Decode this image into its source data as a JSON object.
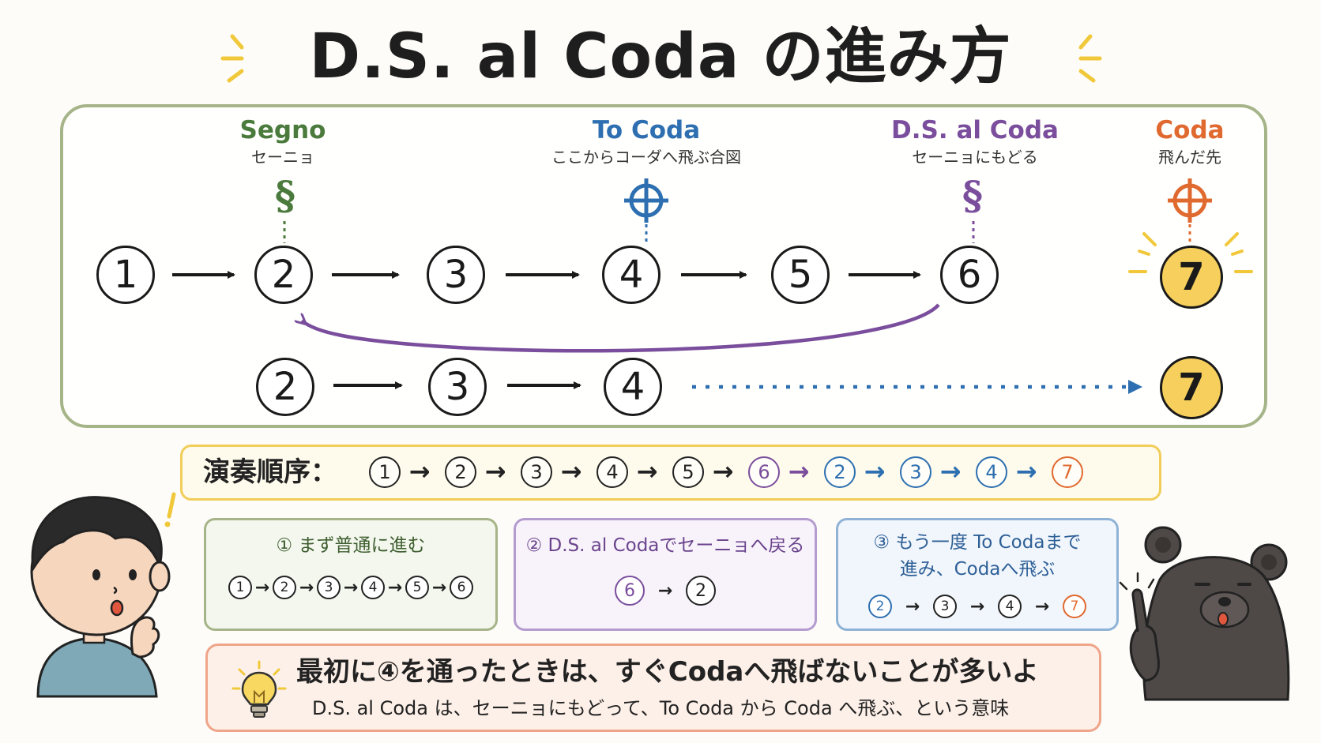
{
  "title": "D.S. al Coda の進み方",
  "colors": {
    "segno": "#4b7a3d",
    "to_coda": "#2d6fb0",
    "ds_al_coda": "#7a4e9c",
    "coda": "#e0692f",
    "gold": "#f6cf5c",
    "frame": "#a6b489"
  },
  "markers": {
    "segno": {
      "label": "Segno",
      "sub": "セーニョ",
      "symbol": "𝄋"
    },
    "to_coda": {
      "label": "To Coda",
      "sub": "ここからコーダへ飛ぶ合図",
      "symbol": "coda-symbol"
    },
    "ds_al_coda": {
      "label": "D.S. al Coda",
      "sub": "セーニョにもどる",
      "symbol": "𝄋"
    },
    "coda": {
      "label": "Coda",
      "sub": "飛んだ先",
      "symbol": "coda-symbol"
    }
  },
  "row1": [
    "1",
    "2",
    "3",
    "4",
    "5",
    "6",
    "7"
  ],
  "row2": [
    "2",
    "3",
    "4",
    "7"
  ],
  "order": {
    "label": "演奏順序：",
    "steps": [
      "1",
      "2",
      "3",
      "4",
      "5",
      "6",
      "2",
      "3",
      "4",
      "7"
    ],
    "arrow": "→"
  },
  "boxes": [
    {
      "title": "① まず普通に進む",
      "seq": [
        "1",
        "2",
        "3",
        "4",
        "5",
        "6"
      ]
    },
    {
      "title": "② D.S. al Codaでセーニョへ戻る",
      "seq": [
        "6",
        "2"
      ]
    },
    {
      "title_line1": "③ もう一度 To Codaまで",
      "title_line2": "進み、Codaへ飛ぶ",
      "seq": [
        "2",
        "3",
        "4",
        "7"
      ]
    }
  ],
  "tip": {
    "main": "最初に④を通ったときは、すぐCodaへ飛ばないことが多いよ",
    "sub": "D.S. al Coda は、セーニョにもどって、To Coda から Coda へ飛ぶ、という意味"
  }
}
